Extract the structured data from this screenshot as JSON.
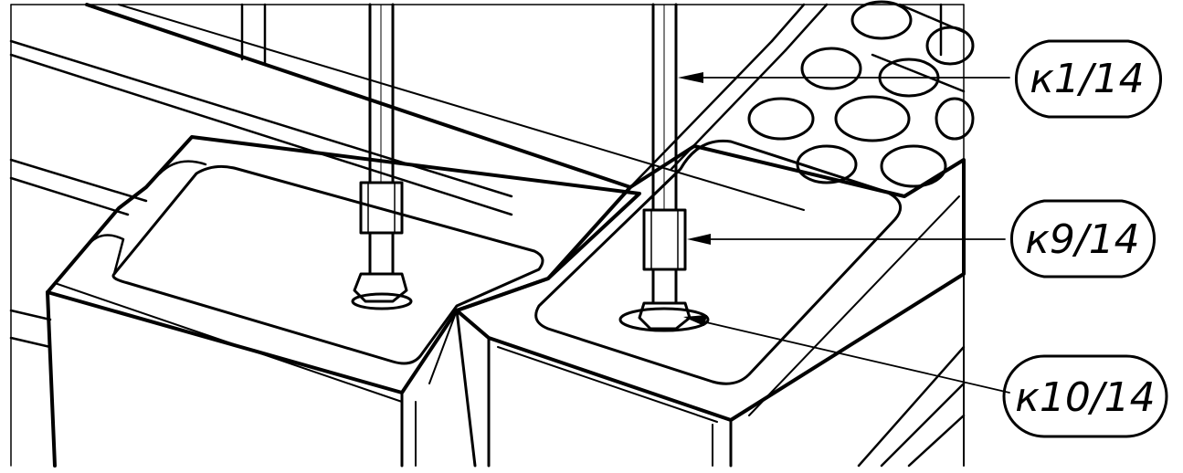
{
  "callouts": [
    {
      "id": "k1",
      "label": "к1/14"
    },
    {
      "id": "k9",
      "label": "к9/14"
    },
    {
      "id": "k10",
      "label": "к10/14"
    }
  ],
  "colors": {
    "line": "#000000",
    "background": "#ffffff"
  }
}
